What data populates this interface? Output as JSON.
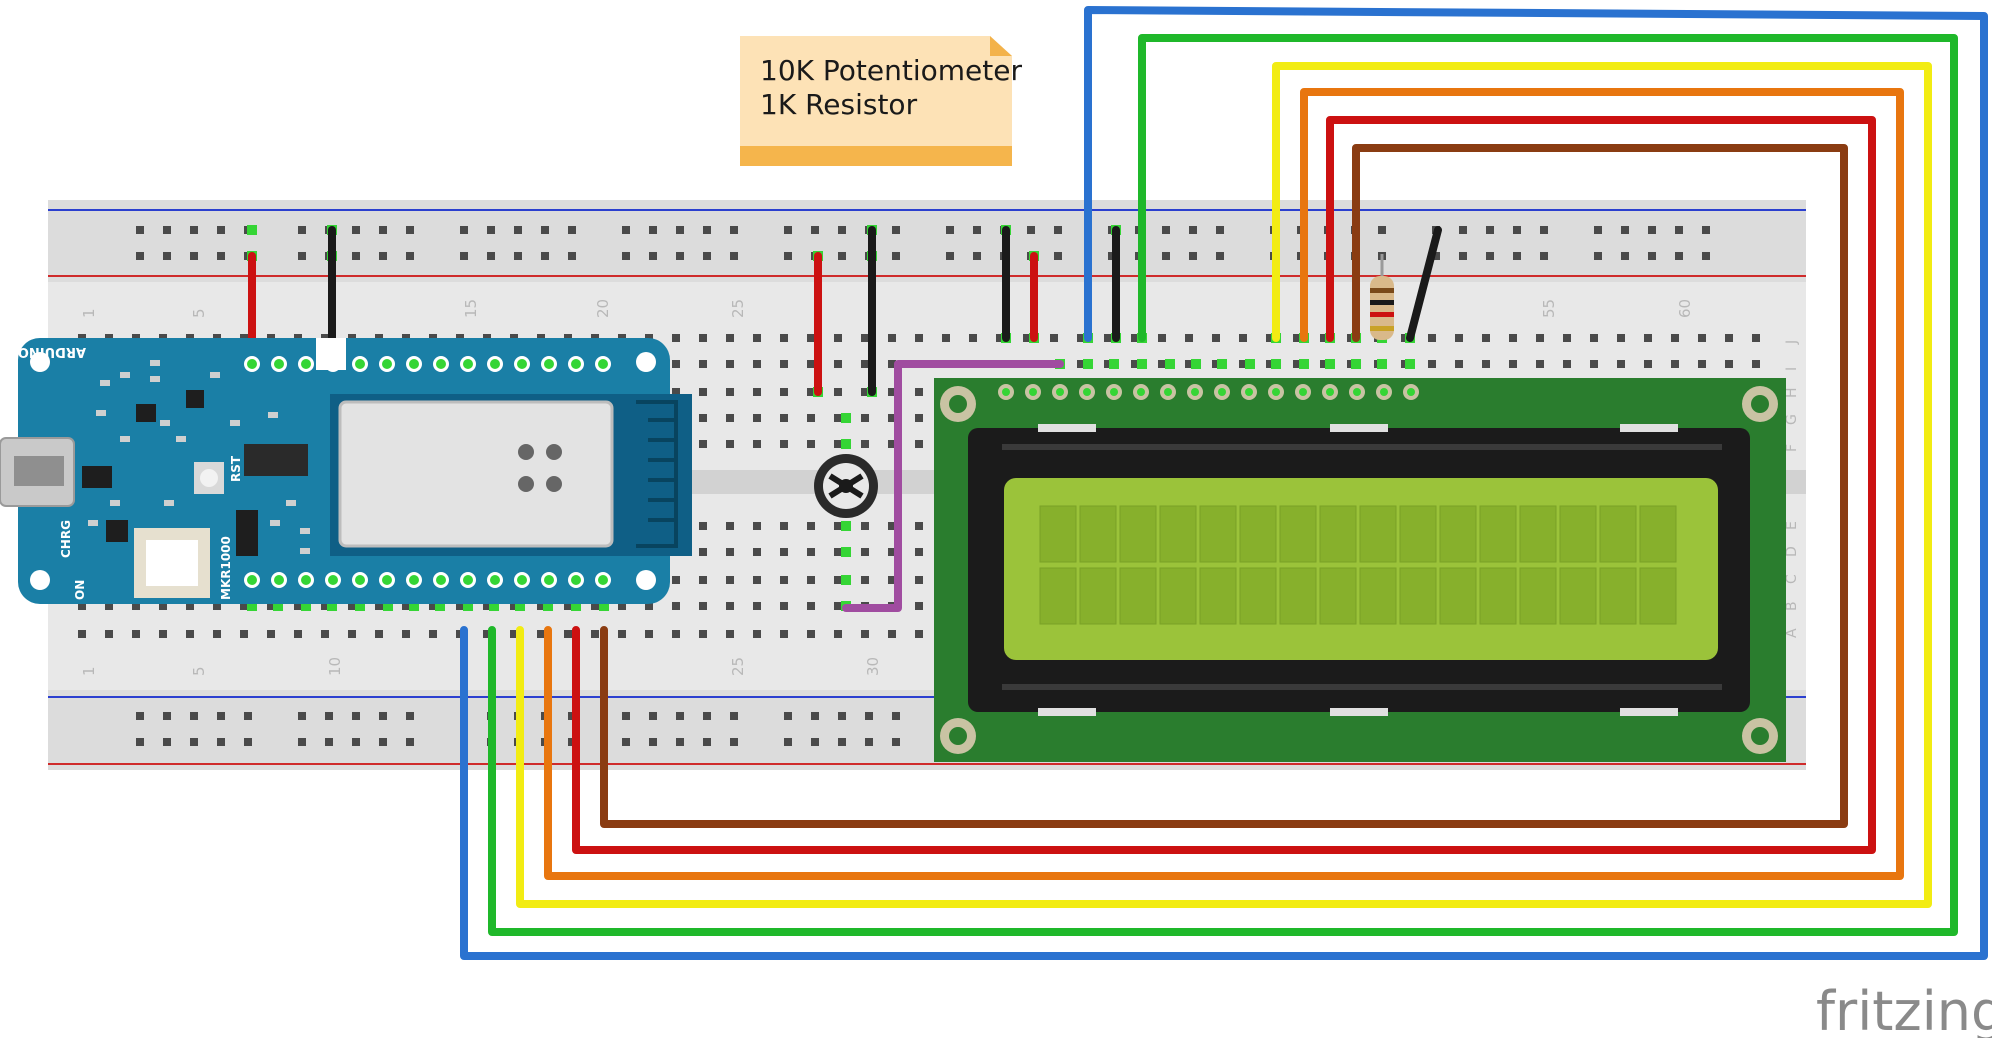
{
  "note": {
    "lines": [
      "10K Potentiometer",
      "1K Resistor"
    ]
  },
  "breadboard": {
    "top_numbers": [
      "1",
      "5",
      "15",
      "20",
      "25",
      "55",
      "60"
    ],
    "bottom_numbers": [
      "1",
      "5",
      "10",
      "25",
      "30"
    ],
    "row_letters_top": [
      "J",
      "I",
      "H",
      "G",
      "F"
    ],
    "row_letters_bottom": [
      "E",
      "D",
      "C",
      "B",
      "A"
    ]
  },
  "arduino": {
    "brand": "ARDUINO.CC",
    "model": "MKR1000",
    "rst": "RST",
    "chrg": "CHRG",
    "on": "ON"
  },
  "branding": {
    "logo": "fritzing"
  },
  "colors": {
    "red": "#cc1111",
    "black": "#1a1a1a",
    "blue": "#2a72d0",
    "green": "#1fb82a",
    "yellow": "#f2ec13",
    "orange": "#e8760f",
    "brown": "#8a3c12",
    "purple": "#a04ca0",
    "pcb": "#1a7fa6",
    "lcd_board": "#2a7d2e",
    "lcd_screen": "#9bc33a"
  }
}
